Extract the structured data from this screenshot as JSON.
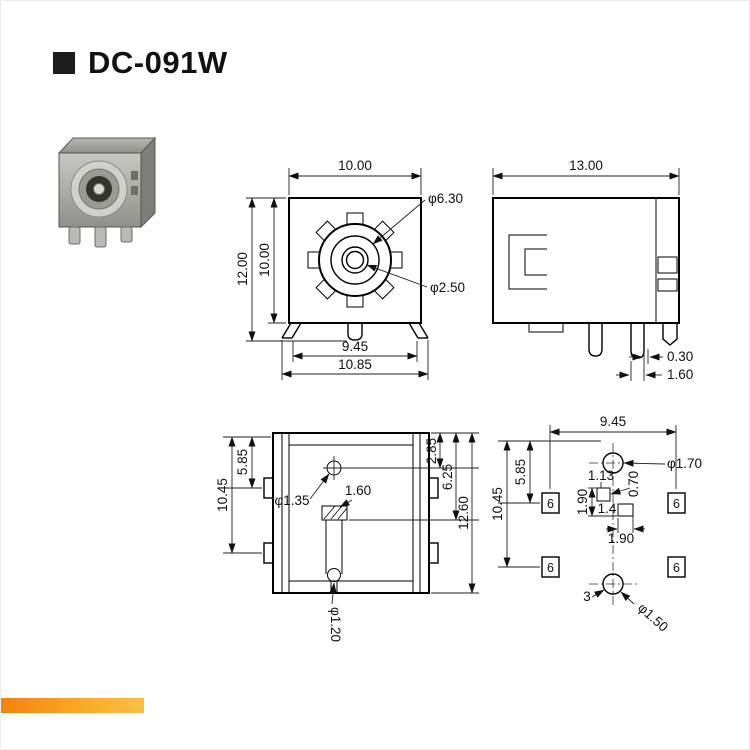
{
  "page": {
    "title": "DC-091W",
    "accent_color": "#f7941d"
  },
  "views": {
    "front": {
      "top_width": "10.00",
      "overall_height": "12.00",
      "body_height": "10.00",
      "flange_dia": "φ6.30",
      "pin_dia": "φ2.50",
      "bottom_inner_width": "9.45",
      "bottom_overall_width": "10.85"
    },
    "side": {
      "top_width": "13.00",
      "pin_thickness": "0.30",
      "pin_width": "1.60"
    },
    "top": {
      "left_upper": "5.85",
      "left_lower": "10.45",
      "hole_dia": "φ1.35",
      "slot_width": "1.60",
      "right_a": "2.85",
      "right_b": "6.25",
      "right_c": "12.60",
      "center_pin_dia": "φ1.20"
    },
    "layout": {
      "top_width": "9.45",
      "left_upper": "5.85",
      "left_lower": "10.45",
      "dim_1_13": "1.13",
      "dim_0_70": "0.70",
      "dim_1_90_a": "1.90",
      "dim_1_4": "1.4",
      "dim_1_90_b": "1.90",
      "hole_top_dia": "φ1.70",
      "hole_bottom_dia": "φ1.50",
      "pin_number": "3",
      "pad_label": "6"
    }
  }
}
